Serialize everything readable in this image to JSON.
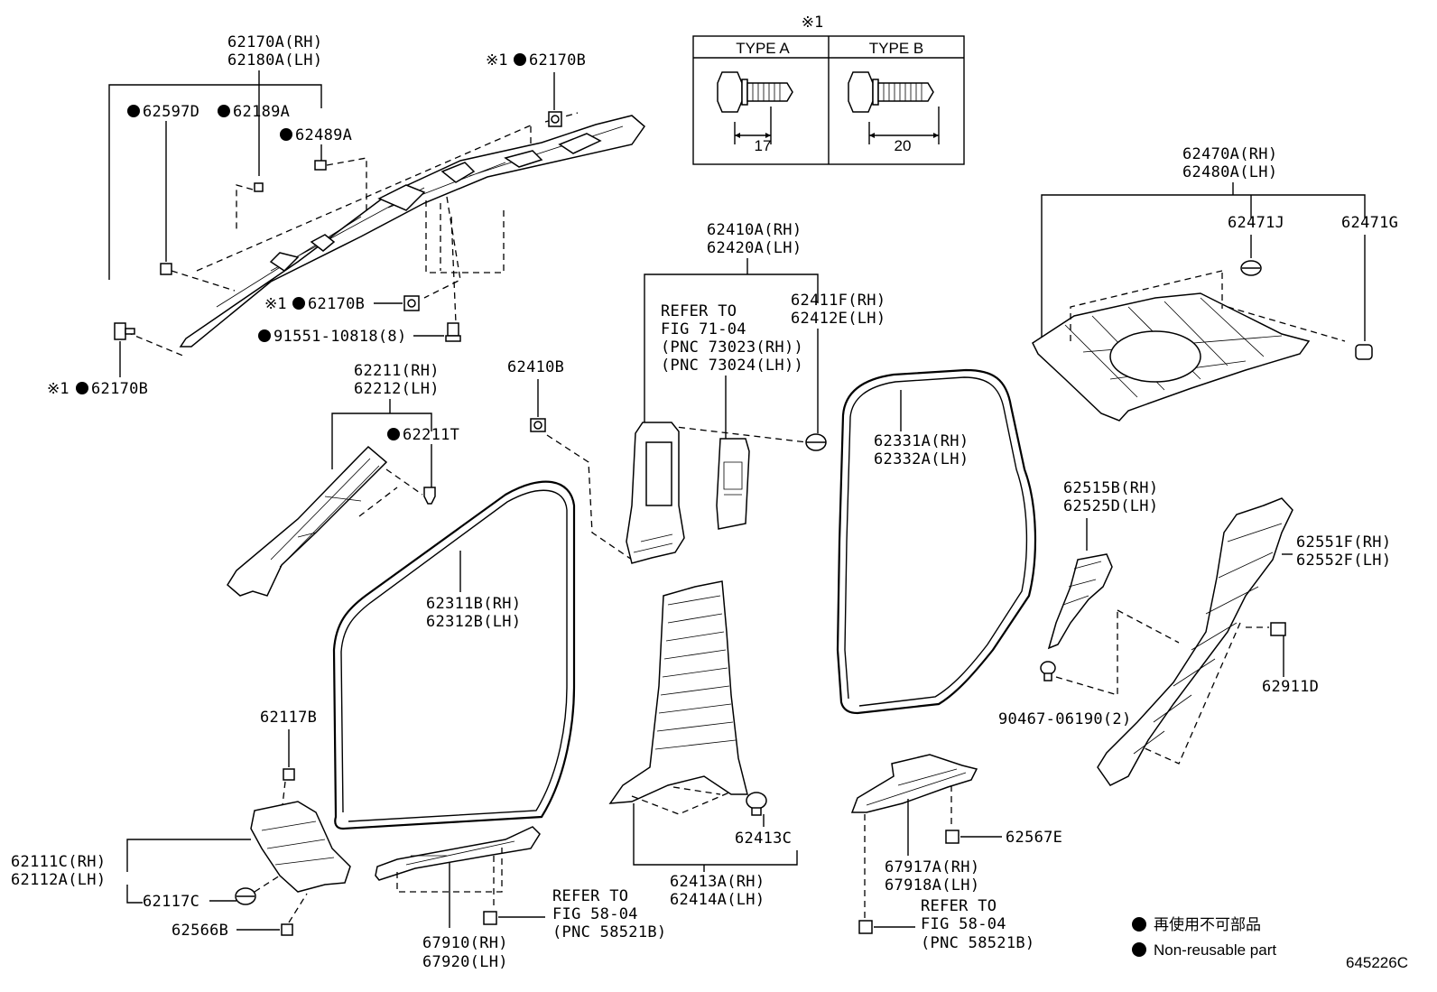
{
  "labels": {
    "l62170A": "62170A(RH)",
    "l62180A": "62180A(LH)",
    "l62597D": "62597D",
    "l62189A": "62189A",
    "l62489A": "62489A",
    "l62170B_top": "62170B",
    "l62170B_mid": "62170B",
    "l91551": "91551-10818(8)",
    "l62170B_left": "62170B",
    "l62211": "62211(RH)",
    "l62212": "62212(LH)",
    "l62211T": "62211T",
    "l62410B": "62410B",
    "l62410A": "62410A(RH)",
    "l62420A": "62420A(LH)",
    "refer71_1": "REFER TO",
    "refer71_2": "FIG 71-04",
    "refer71_3": "(PNC 73023(RH))",
    "refer71_4": "(PNC 73024(LH))",
    "l62411F": "62411F(RH)",
    "l62412E": "62412E(LH)",
    "l62470A": "62470A(RH)",
    "l62480A": "62480A(LH)",
    "l62471J": "62471J",
    "l62471G": "62471G",
    "l62331A": "62331A(RH)",
    "l62332A": "62332A(LH)",
    "l62515B": "62515B(RH)",
    "l62525D": "62525D(LH)",
    "l62551F": "62551F(RH)",
    "l62552F": "62552F(LH)",
    "l62911D": "62911D",
    "l90467": "90467-06190(2)",
    "l62311B": "62311B(RH)",
    "l62312B": "62312B(LH)",
    "l62117B": "62117B",
    "l62111C": "62111C(RH)",
    "l62112A": "62112A(LH)",
    "l62117C": "62117C",
    "l62566B": "62566B",
    "l67910": "67910(RH)",
    "l67920": "67920(LH)",
    "refer58a_1": "REFER TO",
    "refer58a_2": "FIG 58-04",
    "refer58a_3": "(PNC 58521B)",
    "l62413C": "62413C",
    "l62413A": "62413A(RH)",
    "l62414A": "62414A(LH)",
    "l62567E": "62567E",
    "l67917A": "67917A(RH)",
    "l67918A": "67918A(LH)",
    "refer58b_1": "REFER TO",
    "refer58b_2": "FIG 58-04",
    "refer58b_3": "(PNC 58521B)"
  },
  "kome_mark": "※1",
  "inset": {
    "title": "※1",
    "type_a": "TYPE A",
    "type_b": "TYPE B",
    "dim_a": "17",
    "dim_b": "20"
  },
  "legend": {
    "jp": "再使用不可部品",
    "en": "Non-reusable part"
  },
  "diagram_id": "645226C"
}
